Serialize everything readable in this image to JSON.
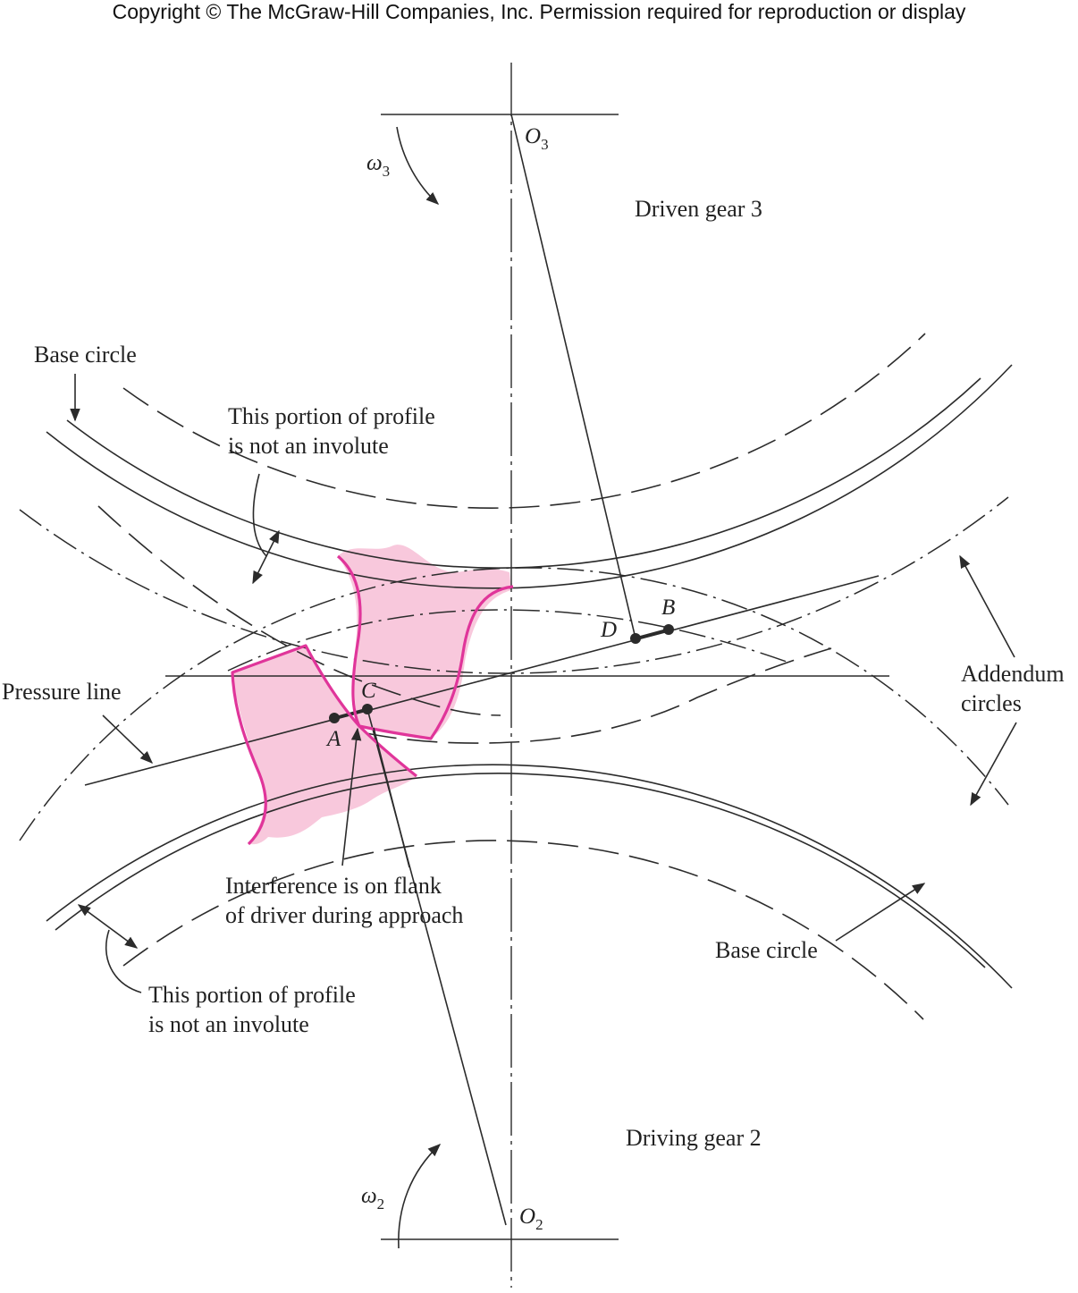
{
  "copyright": "Copyright © The McGraw-Hill Companies, Inc. Permission required for reproduction or display",
  "labels": {
    "omega3": "ω",
    "omega3_sub": "3",
    "o3": "O",
    "o3_sub": "3",
    "driven_gear": "Driven gear 3",
    "base_circle_top": "Base circle",
    "not_involute_top_1": "This portion of profile",
    "not_involute_top_2": "is not an involute",
    "pressure_line": "Pressure line",
    "point_a": "A",
    "point_b": "B",
    "point_c": "C",
    "point_d": "D",
    "addendum_1": "Addendum",
    "addendum_2": "circles",
    "interference_1": "Interference is on flank",
    "interference_2": "of driver during approach",
    "base_circle_bottom": "Base circle",
    "not_involute_bottom_1": "This portion of profile",
    "not_involute_bottom_2": "is not an involute",
    "driving_gear": "Driving gear 2",
    "omega2": "ω",
    "omega2_sub": "2",
    "o2": "O",
    "o2_sub": "2"
  },
  "colors": {
    "tooth_outline": "#e0359a",
    "tooth_fill": "#f8c8dc",
    "line": "#2b2b2b"
  }
}
